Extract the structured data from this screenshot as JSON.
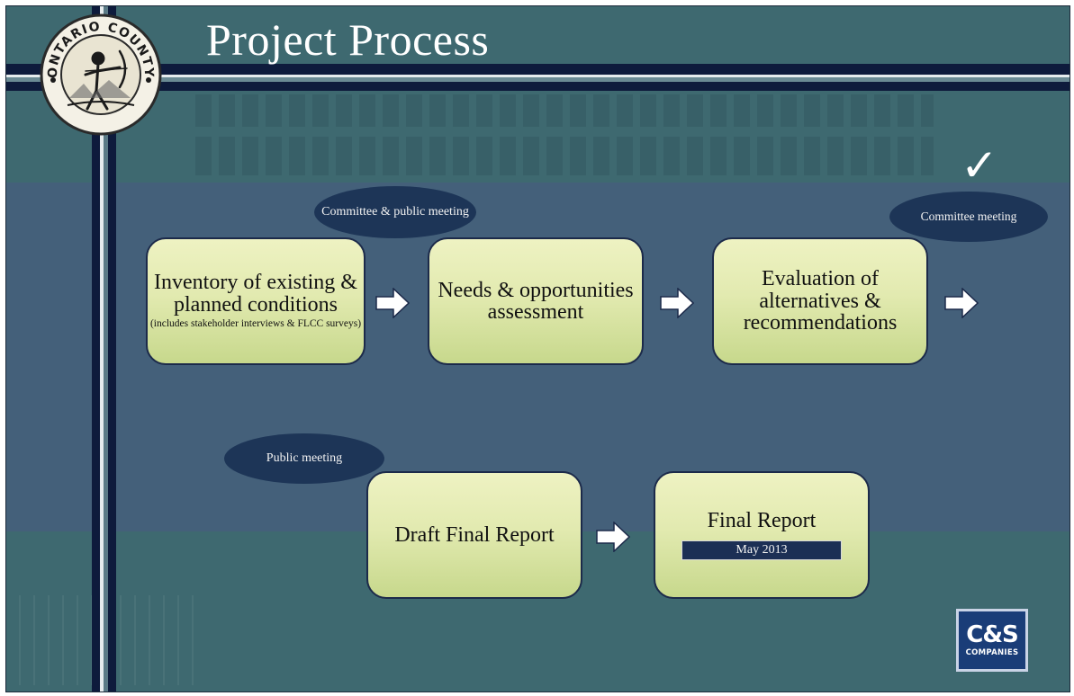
{
  "slide": {
    "title": "Project Process",
    "seal_text": "ONTARIO COUNTY"
  },
  "steps": [
    {
      "main": "Inventory of existing & planned conditions",
      "sub": "(includes stakeholder interviews & FLCC surveys)"
    },
    {
      "main": "Needs & opportunities assessment"
    },
    {
      "main": "Evaluation of alternatives & recommendations"
    },
    {
      "main": "Draft Final Report"
    },
    {
      "main": "Final Report",
      "date": "May 2013"
    }
  ],
  "meetings": [
    {
      "label": "Committee & public meeting"
    },
    {
      "label": "Committee meeting"
    },
    {
      "label": "Public meeting"
    }
  ],
  "completed_mark": "✓",
  "logo": {
    "big": "C&S",
    "small": "COMPANIES"
  },
  "colors": {
    "background": "#3e6970",
    "band": "#44607a",
    "bars": "#0e1b3c",
    "box_top": "#eef2c2",
    "box_bottom": "#c7d88c",
    "oval": "#1d3557",
    "logo": "#1a3d78"
  }
}
